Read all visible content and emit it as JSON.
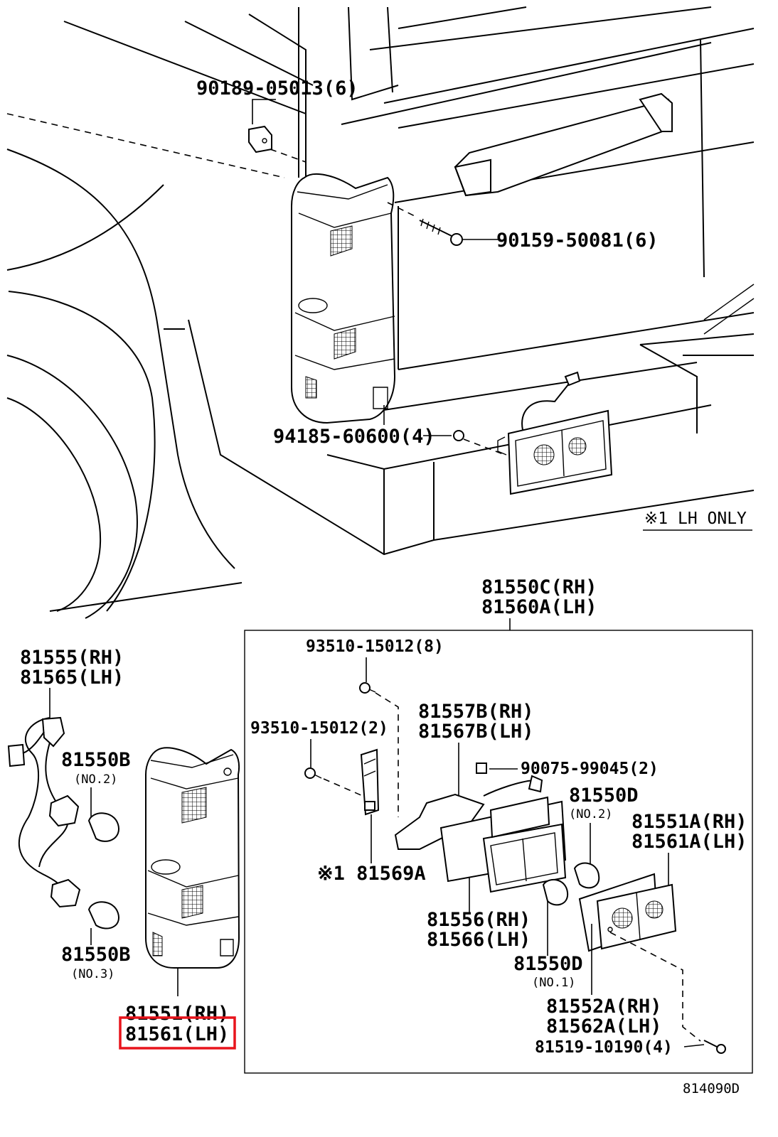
{
  "labels": {
    "nut_90189": "90189-05013(6)",
    "screw_90159": "90159-50081(6)",
    "clip_94185": "94185-60600(4)",
    "note_lh_only": "※1  LH ONLY",
    "assy_rh": "81550C(RH)",
    "assy_lh": "81560A(LH)",
    "socket_rh": "81555(RH)",
    "socket_lh": "81565(LH)",
    "bulb_b_no2": "81550B",
    "bulb_b_no2_sub": "(NO.2)",
    "bulb_b_no3": "81550B",
    "bulb_b_no3_sub": "(NO.3)",
    "lens_rh": "81551(RH)",
    "lens_lh": "81561(LH)",
    "screw_93510_8": "93510-15012(8)",
    "screw_93510_2": "93510-15012(2)",
    "bracket_rh": "81557B(RH)",
    "bracket_lh": "81567B(LH)",
    "nut_90075": "90075-99045(2)",
    "bulb_d_no2": "81550D",
    "bulb_d_no2_sub": "(NO.2)",
    "lens_a_rh": "81551A(RH)",
    "lens_a_lh": "81561A(LH)",
    "bracket_81569a": "※1  81569A",
    "housing_rh": "81556(RH)",
    "housing_lh": "81566(LH)",
    "bulb_d_no1": "81550D",
    "bulb_d_no1_sub": "(NO.1)",
    "gasket_rh": "81552A(RH)",
    "gasket_lh": "81562A(LH)",
    "screw_81519": "81519-10190(4)",
    "diagram_code": "814090D"
  },
  "colors": {
    "line": "#000000",
    "background": "#ffffff",
    "highlight": "#e8141c"
  },
  "highlighted_part": "lens_lh"
}
